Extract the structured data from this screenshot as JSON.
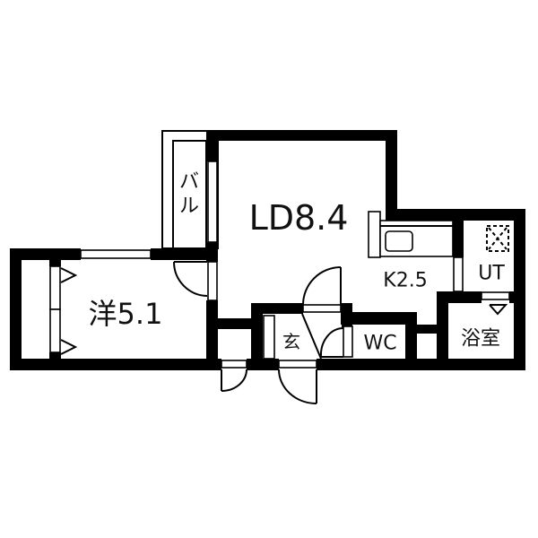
{
  "floorplan": {
    "layout": "1LDK",
    "rooms": {
      "living_dining": {
        "label": "LD8.4",
        "type": "LD",
        "size_jo": 8.4
      },
      "western_room": {
        "label": "洋5.1",
        "type": "洋",
        "size_jo": 5.1
      },
      "kitchen": {
        "label": "K2.5",
        "type": "K",
        "size_jo": 2.5
      },
      "utility": {
        "label": "UT"
      },
      "bathroom": {
        "label": "浴室"
      },
      "toilet": {
        "label": "WC"
      },
      "entrance": {
        "label": "玄"
      },
      "balcony": {
        "label_top": "バ",
        "label_bottom": "ル"
      }
    },
    "colors": {
      "wall": "#000000",
      "background": "#ffffff"
    }
  }
}
